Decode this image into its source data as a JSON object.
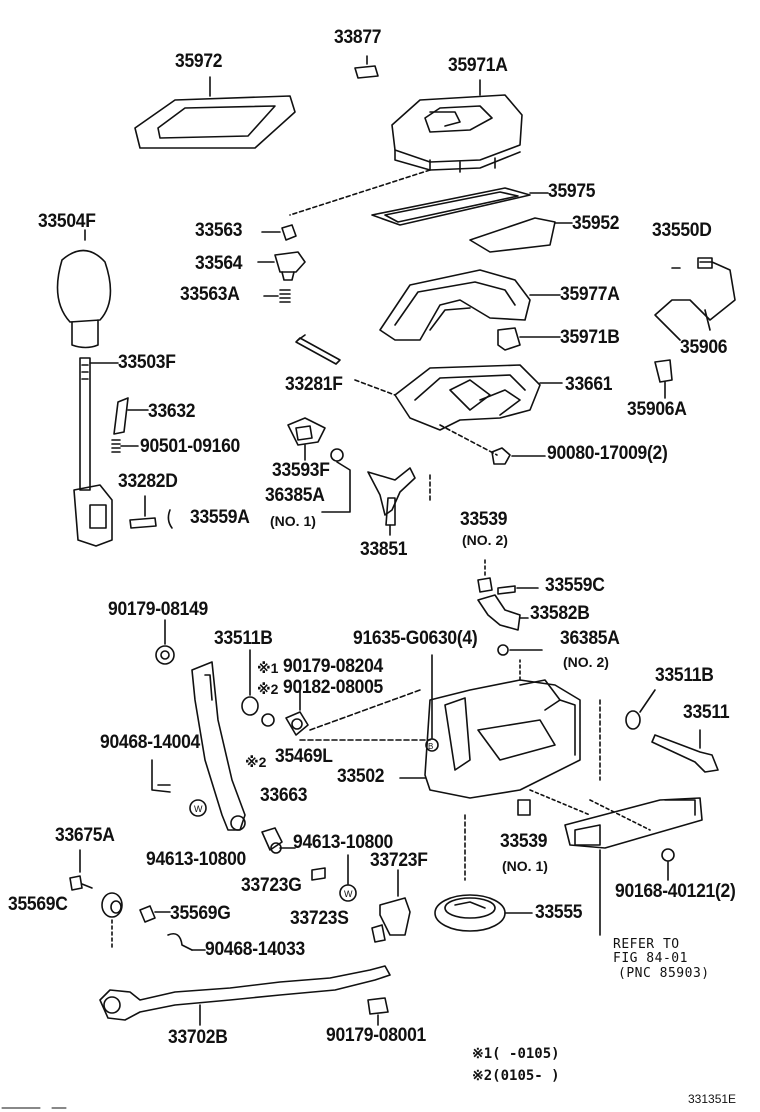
{
  "labels": {
    "p35972": "35972",
    "p33877": "33877",
    "p35971A": "35971A",
    "p35975": "35975",
    "p33504F": "33504F",
    "p33563": "33563",
    "p35952": "35952",
    "p33550D": "33550D",
    "p33564": "33564",
    "p33563A": "33563A",
    "p35977A": "35977A",
    "p35971B": "35971B",
    "p35906": "35906",
    "p33503F": "33503F",
    "p33281F": "33281F",
    "p33661": "33661",
    "p35906A": "35906A",
    "p33632": "33632",
    "p90501": "90501-09160",
    "p90080": "90080-17009(2)",
    "p33282D": "33282D",
    "p33593F": "33593F",
    "p36385A1": "36385A",
    "p36385A1n": "(NO. 1)",
    "p33559A": "33559A",
    "p33851": "33851",
    "p33539a": "33539",
    "p33539an": "(NO. 2)",
    "p33559C": "33559C",
    "p90179_08149": "90179-08149",
    "p33582B": "33582B",
    "p33511B1": "33511B",
    "p91635": "91635-G0630(4)",
    "p36385A2": "36385A",
    "p36385A2n": "(NO. 2)",
    "p90179_08204": "90179-08204",
    "p90182": "90182-08005",
    "p33511B2": "33511B",
    "p33511": "33511",
    "p90468_14004": "90468-14004",
    "p35469L": "35469L",
    "p33502": "33502",
    "p33663": "33663",
    "p33675A": "33675A",
    "p94613a": "94613-10800",
    "p94613b": "94613-10800",
    "p33539b": "33539",
    "p33539bn": "(NO. 1)",
    "p33723F": "33723F",
    "p33723G": "33723G",
    "p90168": "90168-40121(2)",
    "p35569C": "35569C",
    "p35569G": "35569G",
    "p33723S": "33723S",
    "p33555": "33555",
    "p90468_14033": "90468-14033",
    "p33702B": "33702B",
    "p90179_08001": "90179-08001"
  },
  "marks": {
    "m1": "※1",
    "m2": "※2",
    "m2b": "※2"
  },
  "reference": {
    "line1": "REFER TO",
    "line2": "FIG 84-01",
    "line3": "(PNC 85903)"
  },
  "notes": {
    "n1": "※1(     -0105)",
    "n2": "※2(0105-      )"
  },
  "diagram_code": "331351E"
}
